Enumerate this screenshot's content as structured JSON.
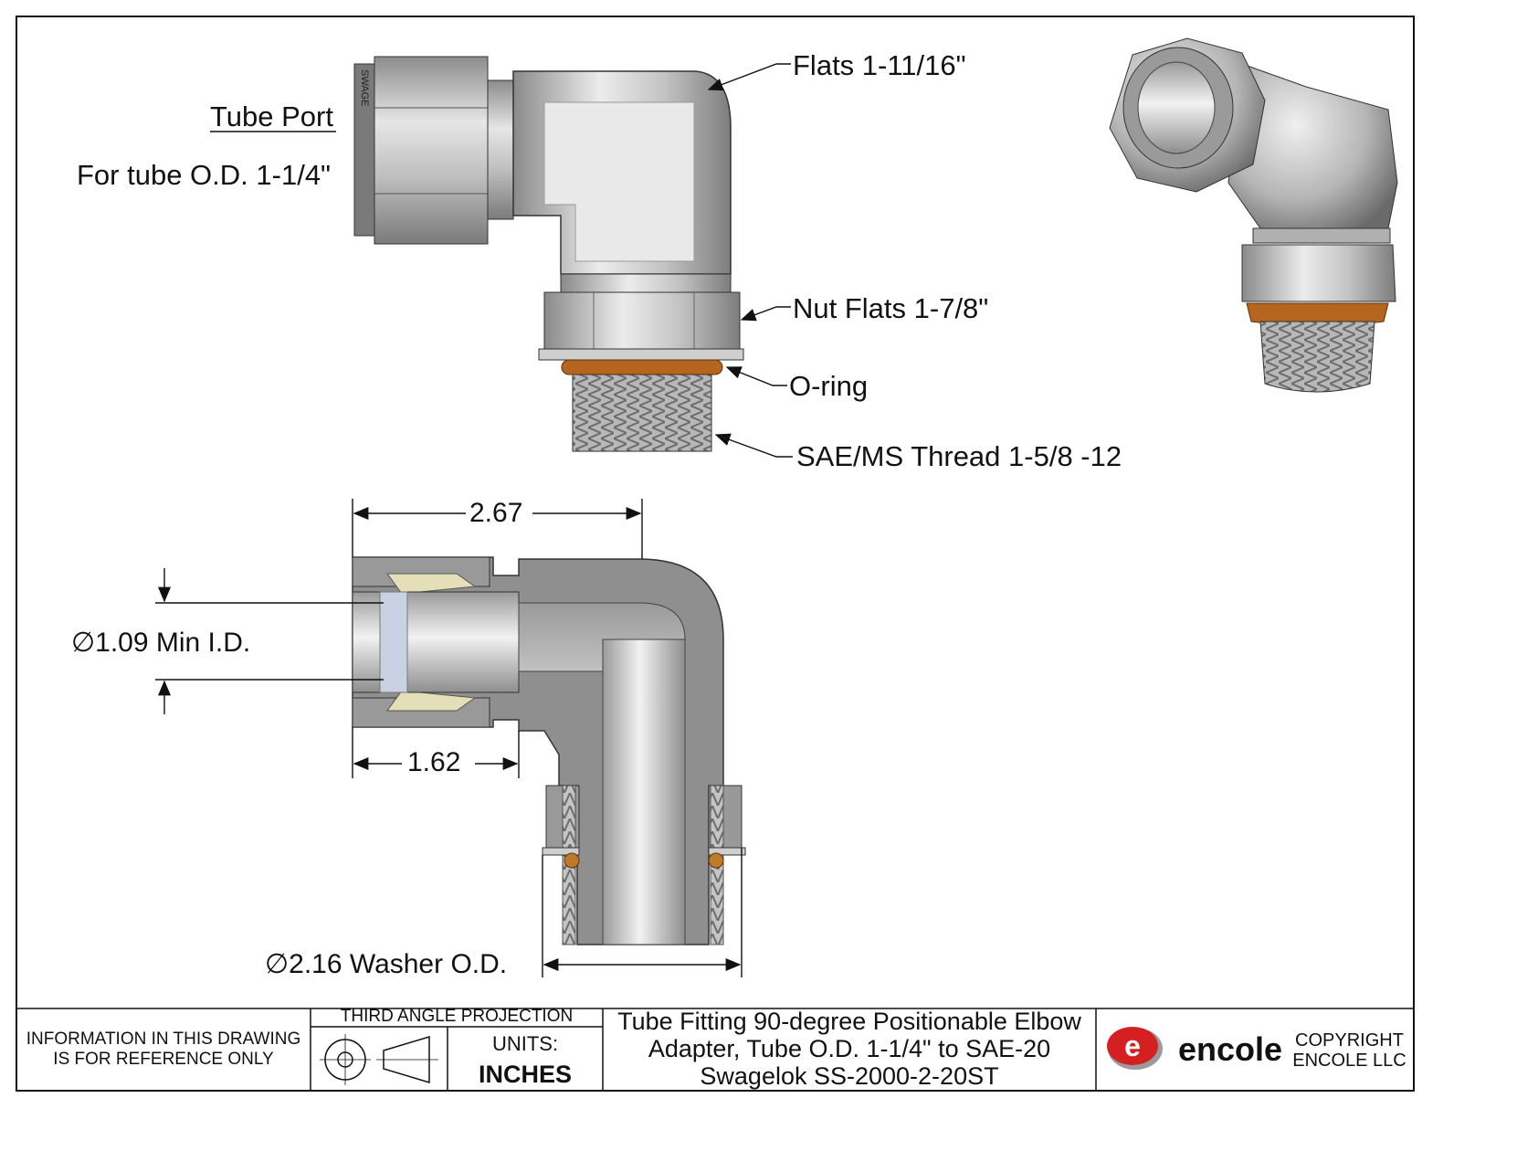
{
  "callouts": {
    "tube_port": "Tube Port",
    "tube_od": "For tube O.D. 1-1/4\"",
    "flats": "Flats 1-11/16\"",
    "nut_flats": "Nut Flats 1-7/8\"",
    "oring": "O-ring",
    "thread": "SAE/MS Thread 1-5/8 -12",
    "nut_brand": "SWAGE"
  },
  "dimensions": {
    "overall_length": "2.67",
    "tube_insert_depth": "1.62",
    "min_id": "1.09 Min I.D.",
    "washer_od": "2.16 Washer O.D.",
    "diameter_symbol": "∅"
  },
  "title_block": {
    "disclaimer": [
      "INFORMATION IN THIS DRAWING",
      "IS FOR REFERENCE ONLY"
    ],
    "projection": "THIRD ANGLE PROJECTION",
    "units_label": "UNITS:",
    "units_value": "INCHES",
    "title_lines": [
      "Tube Fitting 90-degree Positionable Elbow",
      "Adapter, Tube O.D. 1-1/4\" to SAE-20",
      "Swagelok SS-2000-2-20ST"
    ],
    "brand": "encole",
    "brand_mark": "e",
    "copyright": [
      "COPYRIGHT",
      "ENCOLE  LLC"
    ]
  },
  "colors": {
    "steel_light": "#d9d9d9",
    "steel_mid": "#a9a9a9",
    "steel_dark": "#6f6f6f",
    "oring": "#b5651d",
    "logo_red": "#d42020"
  }
}
